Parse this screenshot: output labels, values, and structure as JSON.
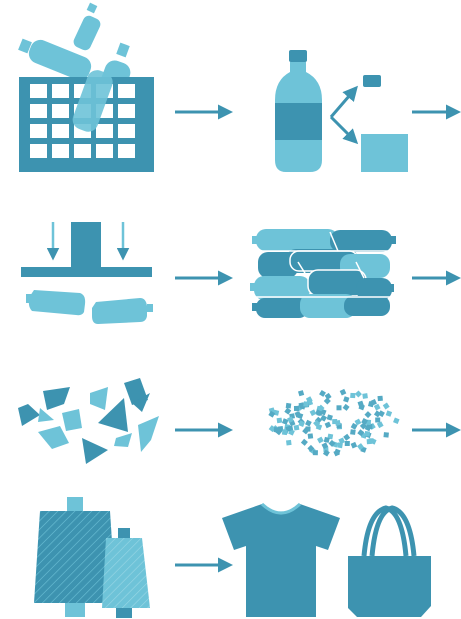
{
  "colors": {
    "dark": "#3d93b0",
    "light": "#6ec3d8",
    "mid": "#55aac4",
    "background": "#ffffff"
  },
  "steps": [
    {
      "id": "collect",
      "icon": "recycling-crate-with-bottles-icon"
    },
    {
      "id": "sort",
      "icon": "bottle-separation-icon"
    },
    {
      "id": "compress",
      "icon": "press-flattening-bottles-icon"
    },
    {
      "id": "bale",
      "icon": "baled-bottles-icon"
    },
    {
      "id": "shred",
      "icon": "plastic-flakes-icon"
    },
    {
      "id": "pellet",
      "icon": "plastic-pellets-icon"
    },
    {
      "id": "spin",
      "icon": "yarn-spools-icon"
    },
    {
      "id": "products",
      "icon": "tshirt-and-tote-bag-icon"
    }
  ],
  "arrows": [
    {
      "from": "collect",
      "to": "sort",
      "icon": "arrow-right-icon"
    },
    {
      "from": "sort",
      "to": "compress",
      "icon": "arrow-right-icon"
    },
    {
      "from": "compress",
      "to": "bale",
      "icon": "arrow-right-icon"
    },
    {
      "from": "bale",
      "to": "shred",
      "icon": "arrow-right-icon"
    },
    {
      "from": "shred",
      "to": "pellet",
      "icon": "arrow-right-icon"
    },
    {
      "from": "pellet",
      "to": "spin",
      "icon": "arrow-right-icon"
    },
    {
      "from": "spin",
      "to": "products",
      "icon": "arrow-right-icon"
    }
  ]
}
